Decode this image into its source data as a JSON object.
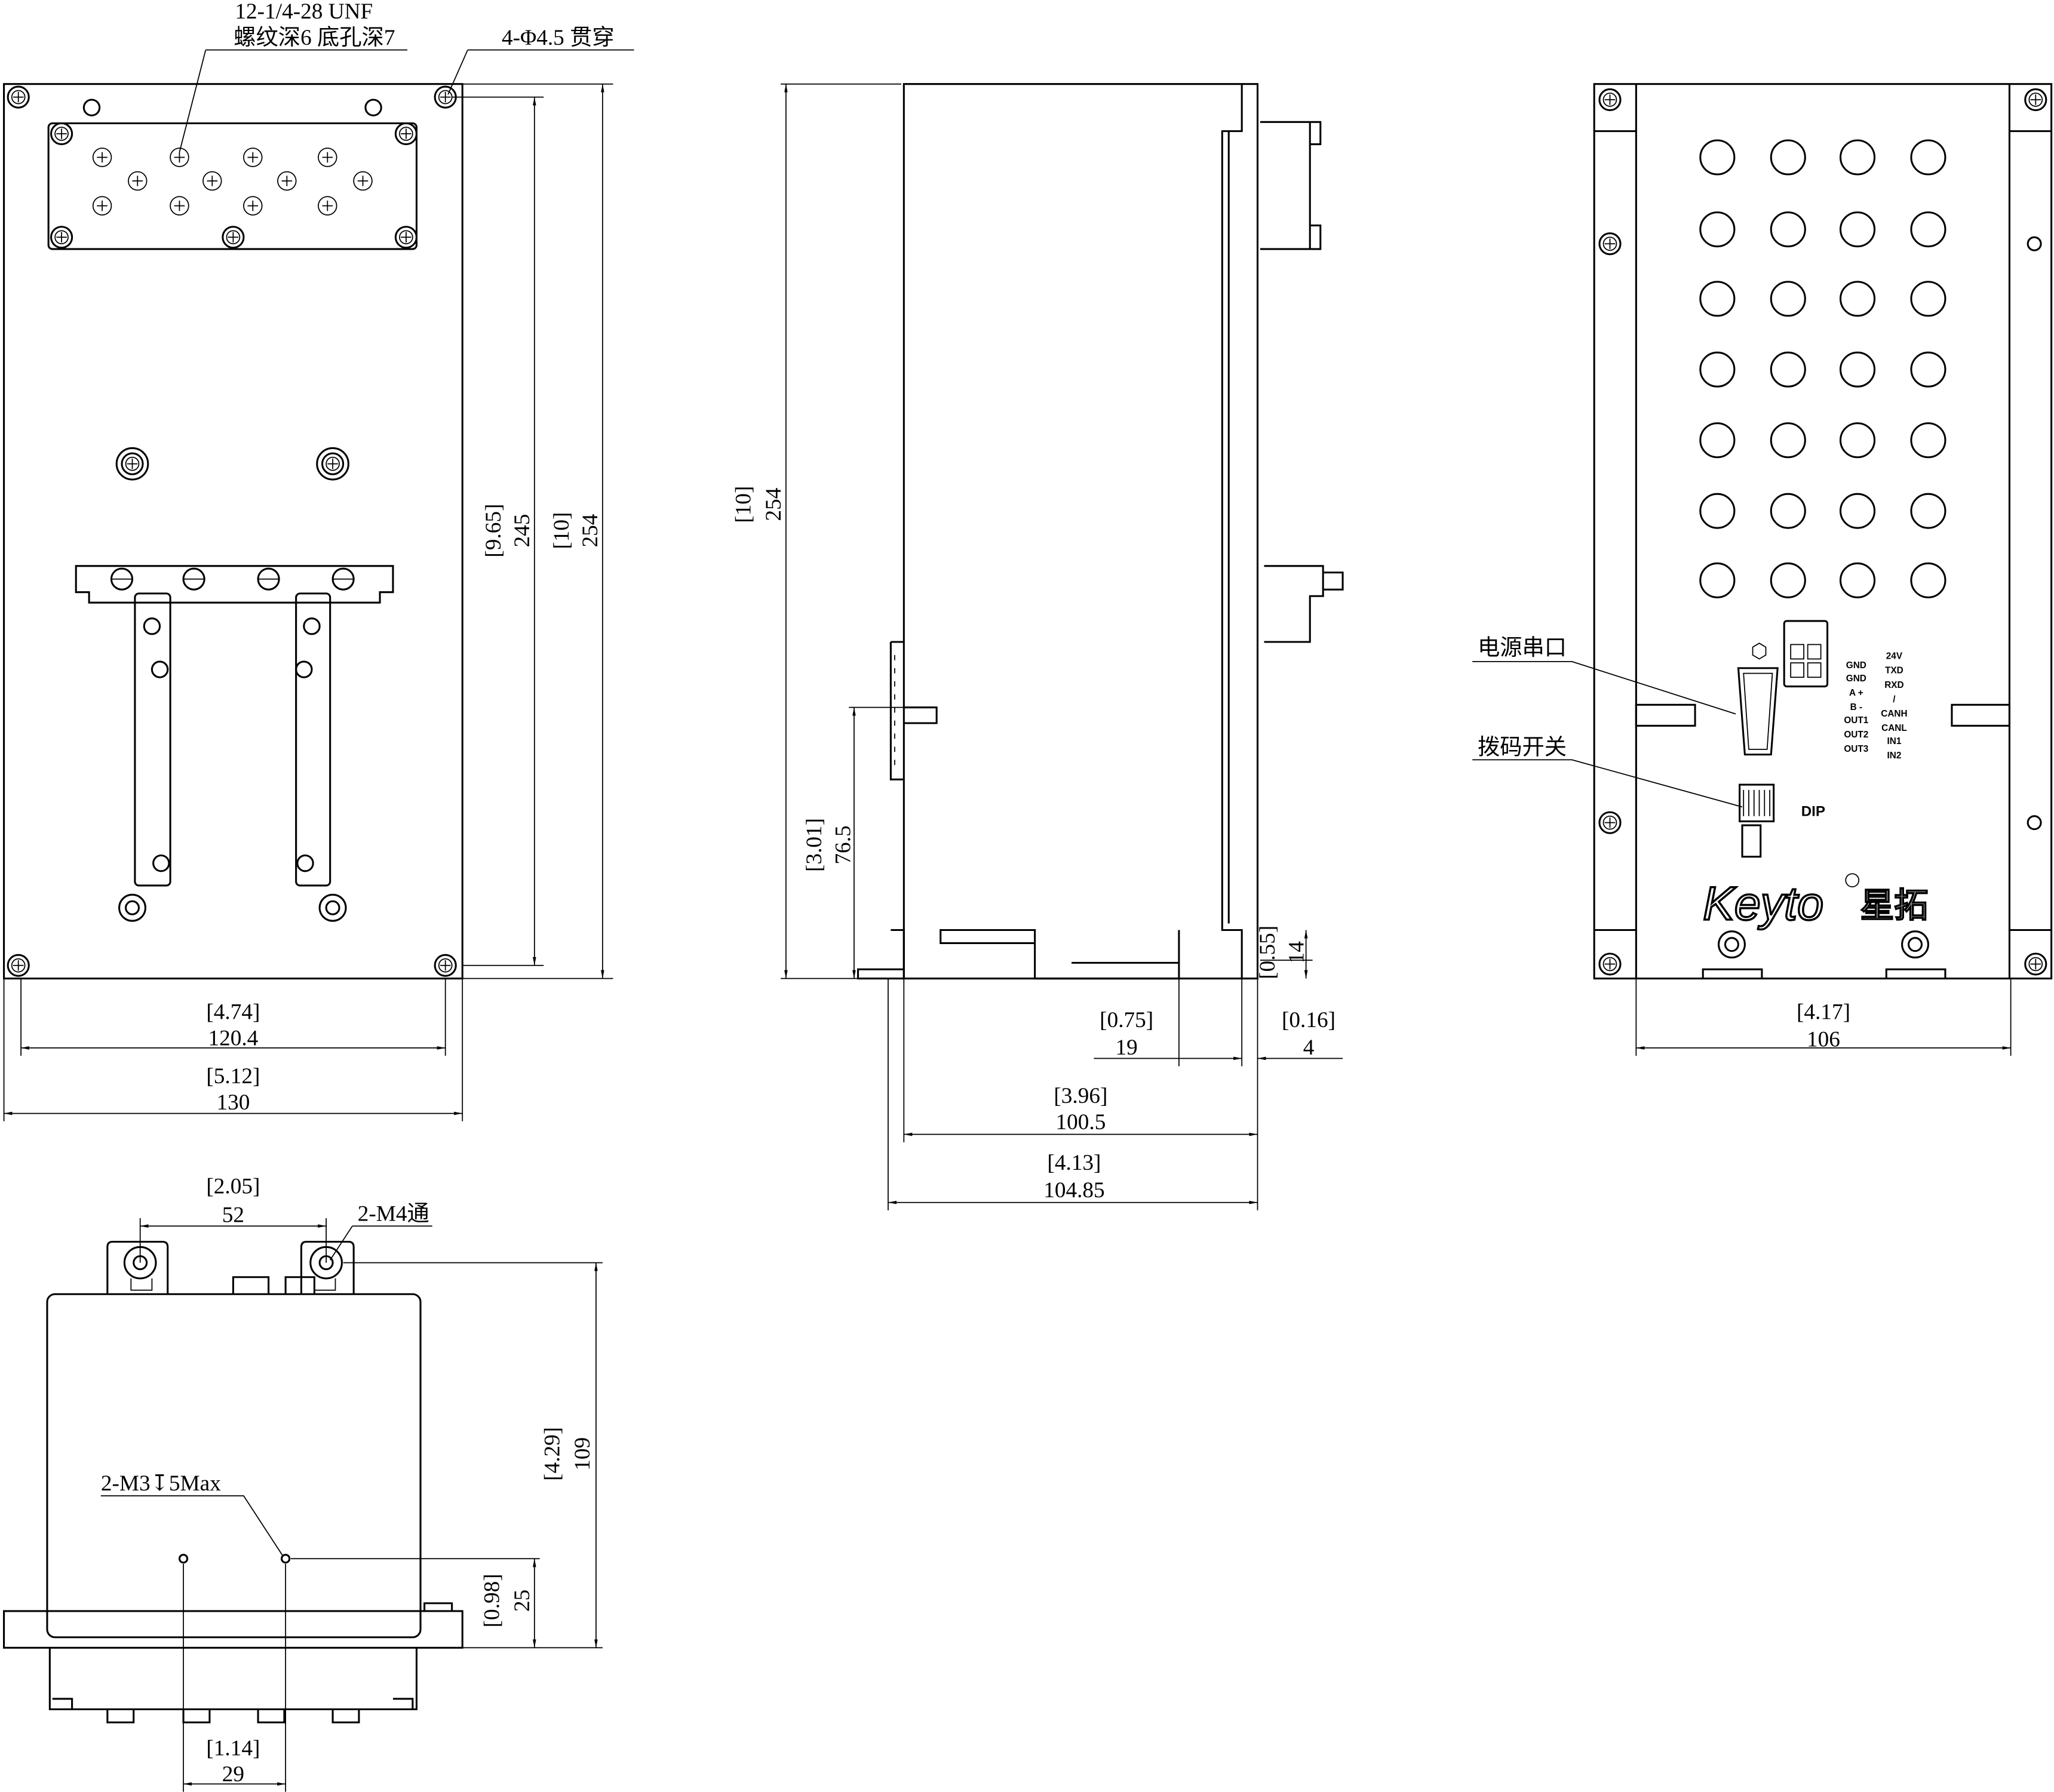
{
  "title": "Keyto enclosure dimension drawing",
  "front_view": {
    "thread_note_line1": "12-1/4-28 UNF",
    "thread_note_line2": "螺纹深6 底孔深7",
    "hole_note": "4-Φ4.5 贯穿",
    "dim_245_in": "[9.65]",
    "dim_245": "245",
    "dim_254_in": "[10]",
    "dim_254": "254",
    "dim_120_in": "[4.74]",
    "dim_120": "120.4",
    "dim_130_in": "[5.12]",
    "dim_130": "130"
  },
  "side_view": {
    "dim_254_in": "[10]",
    "dim_254": "254",
    "dim_76_in": "[3.01]",
    "dim_76": "76.5",
    "dim_14_in": "[0.55]",
    "dim_14": "14",
    "dim_19_in": "[0.75]",
    "dim_19": "19",
    "dim_4_in": "[0.16]",
    "dim_4": "4",
    "dim_100_in": "[3.96]",
    "dim_100": "100.5",
    "dim_104_in": "[4.13]",
    "dim_104": "104.85"
  },
  "rear_view": {
    "label_power_serial": "电源串口",
    "label_dip_switch": "拨码开关",
    "dip_label": "DIP",
    "pins_left": [
      "GND",
      "GND",
      "A +",
      "B -",
      "OUT1",
      "OUT2",
      "OUT3"
    ],
    "pins_right": [
      "24V",
      "TXD",
      "RXD",
      "/",
      "CANH",
      "CANL",
      "IN1",
      "IN2"
    ],
    "logo_text": "Keyto",
    "logo_cn": "星拓",
    "dim_106_in": "[4.17]",
    "dim_106": "106"
  },
  "bottom_view": {
    "dim_52_in": "[2.05]",
    "dim_52": "52",
    "m4_note": "2-M4通",
    "m3_note": "2-M3↧5Max",
    "dim_109_in": "[4.29]",
    "dim_109": "109",
    "dim_25_in": "[0.98]",
    "dim_25": "25",
    "dim_29_in": "[1.14]",
    "dim_29": "29"
  }
}
